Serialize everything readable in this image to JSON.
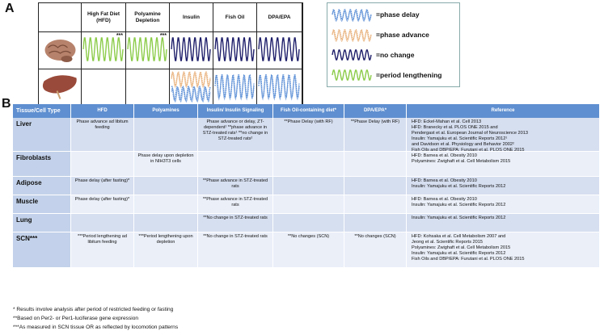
{
  "panelA": {
    "label": "A",
    "headers": [
      "High Fat Diet (HFD)",
      "Polyamine Depletion",
      "Insulin",
      "Fish Oil",
      "DPA/EPA"
    ],
    "rows": [
      {
        "organ": "brain",
        "cells": [
          "period-lengthening",
          "period-lengthening",
          "no-change",
          "no-change",
          "no-change"
        ],
        "marks": [
          "***",
          "***",
          "",
          "",
          ""
        ]
      },
      {
        "organ": "liver",
        "cells": [
          "",
          "",
          "phase-advance+phase-delay",
          "phase-delay",
          "phase-delay"
        ],
        "marks": [
          "",
          "",
          "",
          "",
          ""
        ]
      }
    ],
    "legend": [
      {
        "key": "phase-delay",
        "label": "=phase delay",
        "color": "#5b8fd6"
      },
      {
        "key": "phase-advance",
        "label": "=phase advance",
        "color": "#e8b07a"
      },
      {
        "key": "no-change",
        "label": "=no change",
        "color": "#1f1f6b"
      },
      {
        "key": "period-lengthening",
        "label": "=period lengthening",
        "color": "#8ccc4a"
      }
    ]
  },
  "panelB": {
    "label": "B",
    "headers": [
      "Tissue/Cell Type",
      "HFD",
      "Polyamines",
      "Insulin/ Insulin Signaling",
      "Fish Oil-containing diet*",
      "DPA/EPA*",
      "Reference"
    ],
    "rows": [
      {
        "tissue": "Liver",
        "hfd": "Phase advance ad libitum feeding",
        "poly": "",
        "insulin": "Phase advance or delay, ZT-dependent¹ **phase advance in STZ-treated rats¹ **no change in STZ-treated rats²",
        "fish": "**Phase Delay (with RF)",
        "dpa": "**Phase Delay (with RF)",
        "refs": [
          "HFD: Eckel-Mahan et al. Cell 2013",
          "HFD: Branecky et al. PLOS ONE 2015 and",
          "Pendergast et al. European Journal of Neuroscience 2013",
          "Insulin: Yamajuku et al. Scientific Reports 2012¹",
          "and Davidson et al. Physiology and Behavior 2002²",
          "Fish Oils and DBP/EPA: Furutani et al. PLOS ONE 2015"
        ]
      },
      {
        "tissue": "Fibroblasts",
        "hfd": "",
        "poly": "Phase delay upon depletion in NIH3T3 cells",
        "insulin": "",
        "fish": "",
        "dpa": "",
        "refs": [
          "HFD: Barnea et al. Obesity 2010",
          "Polyamines: Zwighaft et al. Cell Metabolism 2015"
        ]
      },
      {
        "tissue": "Adipose",
        "hfd": "Phase delay (after fasting)*",
        "poly": "",
        "insulin": "**Phase advance in STZ-treated rats",
        "fish": "",
        "dpa": "",
        "refs": [
          "HFD: Barnea et al. Obesity 2010",
          "Insulin: Yamajuku et al. Scientific Reports 2012"
        ]
      },
      {
        "tissue": "Muscle",
        "hfd": "Phase delay (after fasting)*",
        "poly": "",
        "insulin": "**Phase advance in STZ-treated rats",
        "fish": "",
        "dpa": "",
        "refs": [
          "HFD: Barnea et al. Obesity 2010",
          "Insulin: Yamajuku et al. Scientific Reports 2012"
        ]
      },
      {
        "tissue": "Lung",
        "hfd": "",
        "poly": "",
        "insulin": "**No change in STZ-treated rats",
        "fish": "",
        "dpa": "",
        "refs": [
          "Insulin: Yamajuku et al. Scientific Reports 2012"
        ]
      },
      {
        "tissue": "SCN***",
        "hfd": "***Period lengthening ad libitum feeding",
        "poly": "***Period lengthening upon depletion",
        "insulin": "**No change in STZ-treated rats",
        "fish": "**No changes (SCN)",
        "dpa": "**No changes (SCN)",
        "refs": [
          "HFD: Kohsaka et al. Cell Metabolism 2007 and",
          "Jeong et al. Scientific Reports 2015",
          "Polyamines: Zwighaft et al. Cell Metabolism 2015",
          "Insulin: Yamajuku et al. Scientific Reports 2012",
          "Fish Oils and DBP/EPA: Furutani et al. PLOS ONE 2015"
        ]
      }
    ],
    "footnotes": [
      "* Results involve analysis after period of restricted feeding or fasting",
      "**Based on Per2- or Per1-luciferase gene expression",
      "***As measured in SCN tissue OR as reflected by locomotion patterns"
    ]
  }
}
